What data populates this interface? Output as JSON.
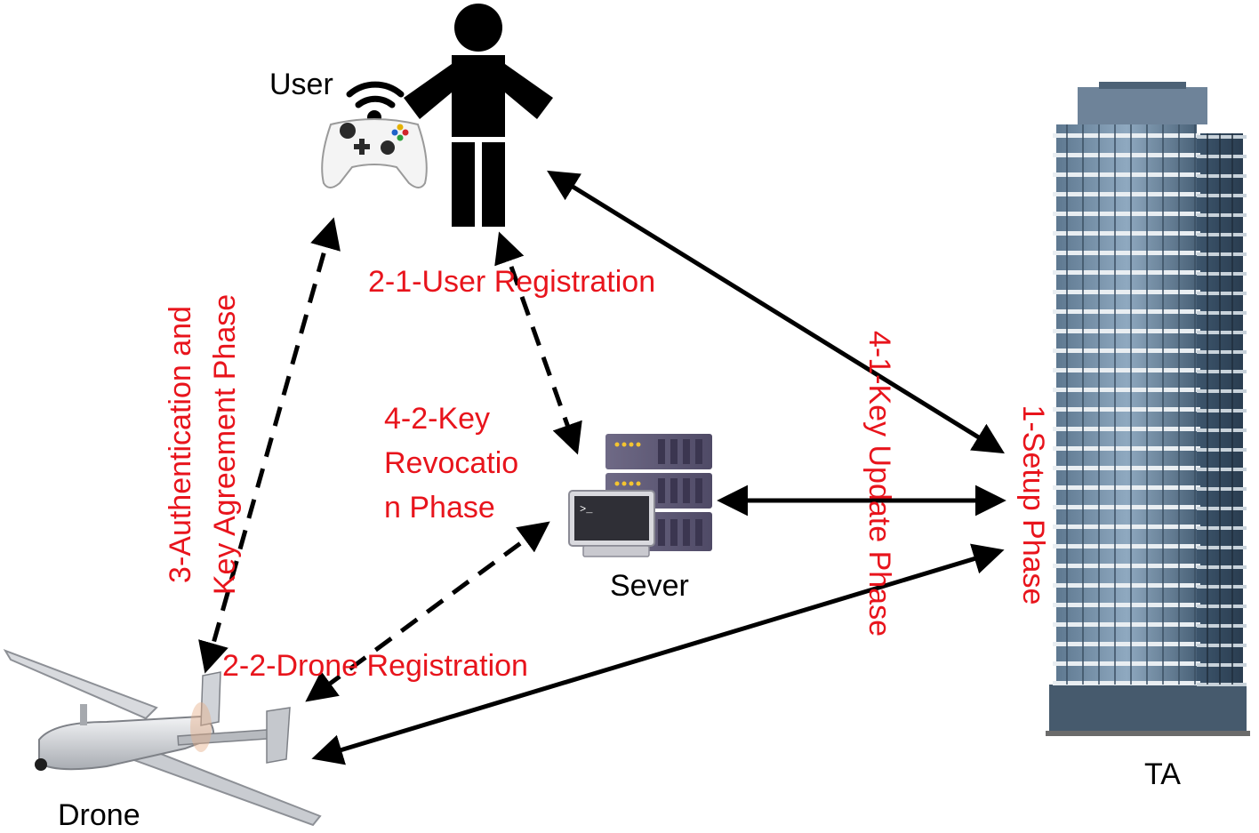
{
  "nodes": {
    "user": "User",
    "server": "Sever",
    "drone": "Drone",
    "ta": "TA"
  },
  "phases": {
    "setup": "1-Setup Phase",
    "user_registration": "2-1-User Registration",
    "drone_registration": "2-2-Drone Registration",
    "auth_line1": "3-Authentication and",
    "auth_line2": "Key Agreement Phase",
    "key_update": "4-1-Key Update Phase",
    "revocation_line1": "4-2-Key",
    "revocation_line2": "Revocatio",
    "revocation_line3": "n Phase"
  },
  "colors": {
    "phase_text": "#e8141c",
    "arrow": "#000000"
  },
  "icons": {
    "user": "person-icon",
    "controller": "game-controller-icon",
    "server": "server-rack-icon",
    "drone": "fixed-wing-drone-icon",
    "ta": "skyscraper-icon"
  }
}
